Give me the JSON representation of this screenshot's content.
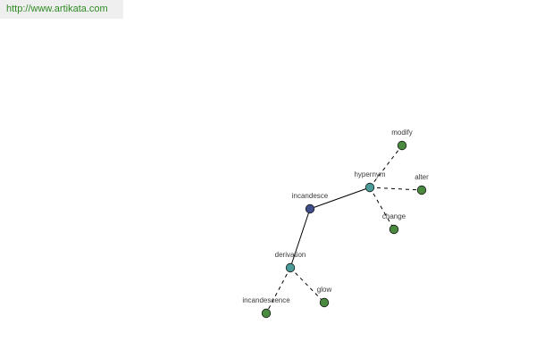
{
  "header": {
    "url": "http://www.artikata.com"
  },
  "colors": {
    "root": "#3e4e8a",
    "relation": "#4a9a9a",
    "leaf": "#4a8a3e",
    "edge": "#000000",
    "url_text": "#2e8b22"
  },
  "graph": {
    "nodes": [
      {
        "id": "incandesce",
        "label": "incandesce",
        "kind": "root"
      },
      {
        "id": "hypernym",
        "label": "hypernym",
        "kind": "relation"
      },
      {
        "id": "derivation",
        "label": "derivation",
        "kind": "relation"
      },
      {
        "id": "modify",
        "label": "modify",
        "kind": "leaf"
      },
      {
        "id": "alter",
        "label": "alter",
        "kind": "leaf"
      },
      {
        "id": "change",
        "label": "change",
        "kind": "leaf"
      },
      {
        "id": "incandescence",
        "label": "incandescence",
        "kind": "leaf"
      },
      {
        "id": "glow",
        "label": "glow",
        "kind": "leaf"
      }
    ],
    "edges": [
      {
        "from": "incandesce",
        "to": "hypernym",
        "style": "solid"
      },
      {
        "from": "incandesce",
        "to": "derivation",
        "style": "solid"
      },
      {
        "from": "hypernym",
        "to": "modify",
        "style": "dashed"
      },
      {
        "from": "hypernym",
        "to": "alter",
        "style": "dashed"
      },
      {
        "from": "hypernym",
        "to": "change",
        "style": "dashed"
      },
      {
        "from": "derivation",
        "to": "incandescence",
        "style": "dashed"
      },
      {
        "from": "derivation",
        "to": "glow",
        "style": "dashed"
      }
    ]
  }
}
